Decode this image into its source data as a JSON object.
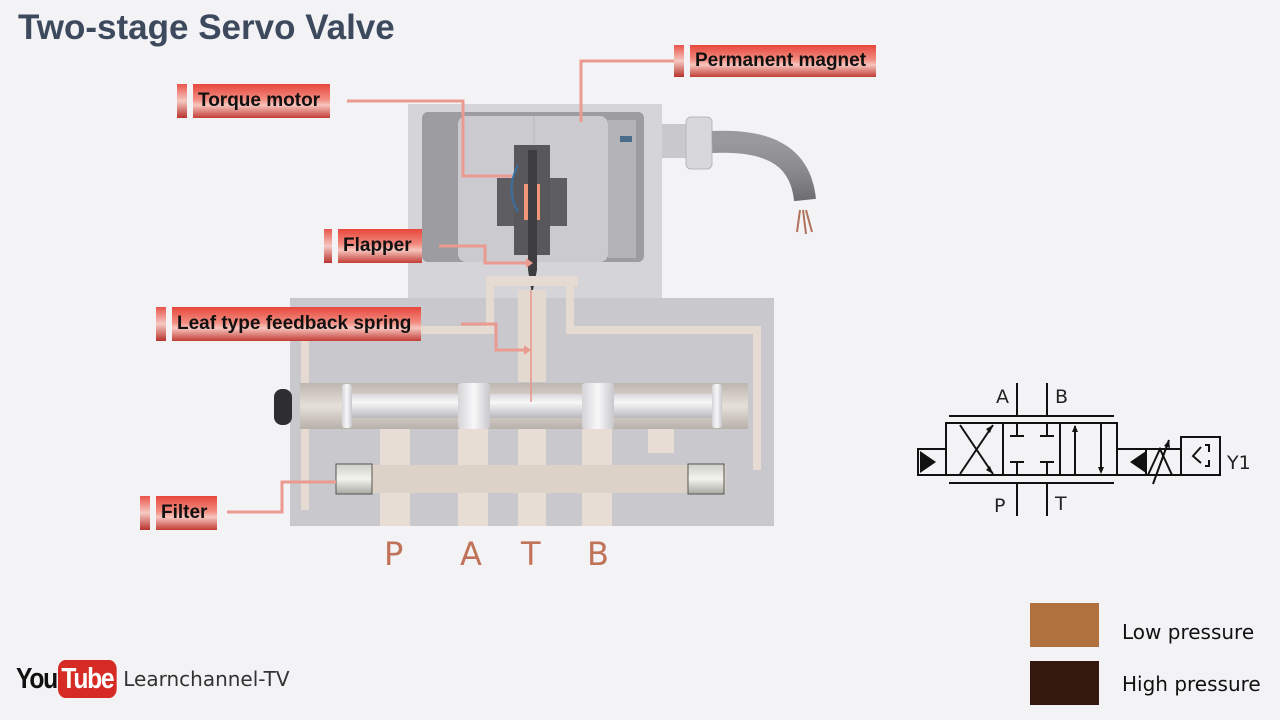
{
  "title": "Two-stage Servo Valve",
  "callouts": {
    "torque_motor": "Torque motor",
    "permanent_magnet": "Permanent magnet",
    "flapper": "Flapper",
    "feedback_spring": "Leaf type feedback spring",
    "filter": "Filter"
  },
  "ports": [
    "P",
    "A",
    "T",
    "B"
  ],
  "symbol": {
    "top_ports": [
      "A",
      "B"
    ],
    "bottom_ports": [
      "P",
      "T"
    ],
    "solenoid_label": "Y1"
  },
  "legend": [
    {
      "label": "Low pressure",
      "color": "#b0713e"
    },
    {
      "label": "High pressure",
      "color": "#35180d"
    }
  ],
  "branding": {
    "logo_you": "You",
    "logo_tube": "Tube",
    "channel": "Learnchannel-TV"
  },
  "colors": {
    "callout_red": "#e7463b",
    "leader_line": "#eb9a90",
    "body_gray": "#c9c8cc",
    "channel_fluid": "#e8dcd3"
  }
}
